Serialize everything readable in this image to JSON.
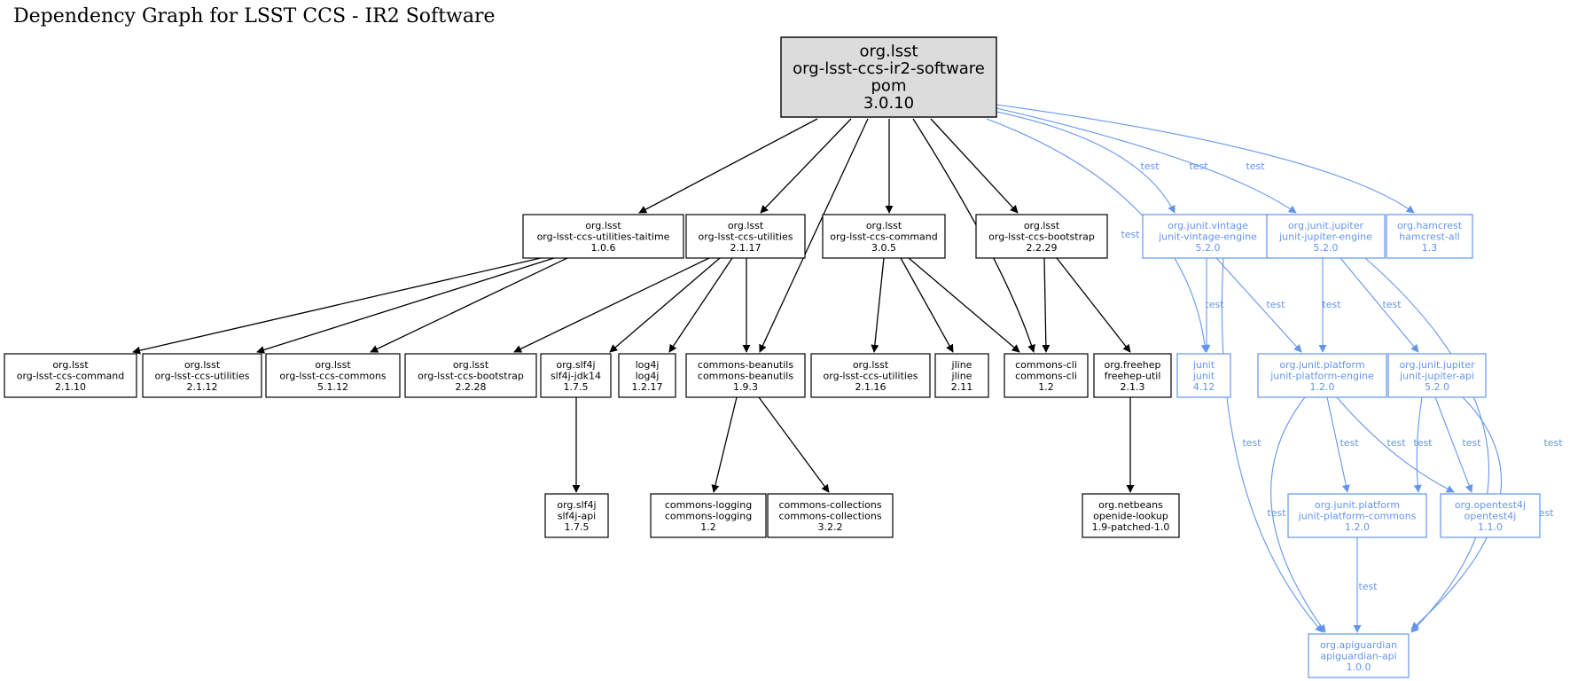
{
  "title": "Dependency Graph for LSST CCS - IR2 Software",
  "colors": {
    "compile": "#000000",
    "test": "#6495ED",
    "root_fill": "#DCDCDC"
  },
  "nodes": [
    {
      "id": "root",
      "lines": [
        "org.lsst",
        "org-lsst-ccs-ir2-software",
        "pom",
        "3.0.10"
      ],
      "scope": "root"
    },
    {
      "id": "taitime",
      "lines": [
        "org.lsst",
        "org-lsst-ccs-utilities-taitime",
        "1.0.6"
      ],
      "scope": "compile"
    },
    {
      "id": "util2117",
      "lines": [
        "org.lsst",
        "org-lsst-ccs-utilities",
        "2.1.17"
      ],
      "scope": "compile"
    },
    {
      "id": "cmd305",
      "lines": [
        "org.lsst",
        "org-lsst-ccs-command",
        "3.0.5"
      ],
      "scope": "compile"
    },
    {
      "id": "boot2229",
      "lines": [
        "org.lsst",
        "org-lsst-ccs-bootstrap",
        "2.2.29"
      ],
      "scope": "compile"
    },
    {
      "id": "vintage",
      "lines": [
        "org.junit.vintage",
        "junit-vintage-engine",
        "5.2.0"
      ],
      "scope": "test"
    },
    {
      "id": "jupeng",
      "lines": [
        "org.junit.jupiter",
        "junit-jupiter-engine",
        "5.2.0"
      ],
      "scope": "test"
    },
    {
      "id": "hamcrest",
      "lines": [
        "org.hamcrest",
        "hamcrest-all",
        "1.3"
      ],
      "scope": "test"
    },
    {
      "id": "cmd2110",
      "lines": [
        "org.lsst",
        "org-lsst-ccs-command",
        "2.1.10"
      ],
      "scope": "compile"
    },
    {
      "id": "util2112",
      "lines": [
        "org.lsst",
        "org-lsst-ccs-utilities",
        "2.1.12"
      ],
      "scope": "compile"
    },
    {
      "id": "commons5112",
      "lines": [
        "org.lsst",
        "org-lsst-ccs-commons",
        "5.1.12"
      ],
      "scope": "compile"
    },
    {
      "id": "boot2228",
      "lines": [
        "org.lsst",
        "org-lsst-ccs-bootstrap",
        "2.2.28"
      ],
      "scope": "compile"
    },
    {
      "id": "slf4jjdk",
      "lines": [
        "org.slf4j",
        "slf4j-jdk14",
        "1.7.5"
      ],
      "scope": "compile"
    },
    {
      "id": "log4j",
      "lines": [
        "log4j",
        "log4j",
        "1.2.17"
      ],
      "scope": "compile"
    },
    {
      "id": "beanutils",
      "lines": [
        "commons-beanutils",
        "commons-beanutils",
        "1.9.3"
      ],
      "scope": "compile"
    },
    {
      "id": "util2116",
      "lines": [
        "org.lsst",
        "org-lsst-ccs-utilities",
        "2.1.16"
      ],
      "scope": "compile"
    },
    {
      "id": "jline",
      "lines": [
        "jline",
        "jline",
        "2.11"
      ],
      "scope": "compile"
    },
    {
      "id": "cli",
      "lines": [
        "commons-cli",
        "commons-cli",
        "1.2"
      ],
      "scope": "compile"
    },
    {
      "id": "freehep",
      "lines": [
        "org.freehep",
        "freehep-util",
        "2.1.3"
      ],
      "scope": "compile"
    },
    {
      "id": "junit",
      "lines": [
        "junit",
        "junit",
        "4.12"
      ],
      "scope": "test"
    },
    {
      "id": "platengine",
      "lines": [
        "org.junit.platform",
        "junit-platform-engine",
        "1.2.0"
      ],
      "scope": "test"
    },
    {
      "id": "jupapi",
      "lines": [
        "org.junit.jupiter",
        "junit-jupiter-api",
        "5.2.0"
      ],
      "scope": "test"
    },
    {
      "id": "slf4japi",
      "lines": [
        "org.slf4j",
        "slf4j-api",
        "1.7.5"
      ],
      "scope": "compile"
    },
    {
      "id": "logging",
      "lines": [
        "commons-logging",
        "commons-logging",
        "1.2"
      ],
      "scope": "compile"
    },
    {
      "id": "collections",
      "lines": [
        "commons-collections",
        "commons-collections",
        "3.2.2"
      ],
      "scope": "compile"
    },
    {
      "id": "openide",
      "lines": [
        "org.netbeans",
        "openide-lookup",
        "1.9-patched-1.0"
      ],
      "scope": "compile"
    },
    {
      "id": "platcommons",
      "lines": [
        "org.junit.platform",
        "junit-platform-commons",
        "1.2.0"
      ],
      "scope": "test"
    },
    {
      "id": "opentest4j",
      "lines": [
        "org.opentest4j",
        "opentest4j",
        "1.1.0"
      ],
      "scope": "test"
    },
    {
      "id": "apiguardian",
      "lines": [
        "org.apiguardian",
        "apiguardian-api",
        "1.0.0"
      ],
      "scope": "test"
    }
  ],
  "edges": [
    {
      "from": "root",
      "to": "taitime",
      "scope": "compile"
    },
    {
      "from": "root",
      "to": "util2117",
      "scope": "compile"
    },
    {
      "from": "root",
      "to": "beanutils",
      "scope": "compile"
    },
    {
      "from": "root",
      "to": "cmd305",
      "scope": "compile"
    },
    {
      "from": "root",
      "to": "cli",
      "scope": "compile"
    },
    {
      "from": "root",
      "to": "boot2229",
      "scope": "compile"
    },
    {
      "from": "root",
      "to": "junit",
      "scope": "test",
      "label": "test"
    },
    {
      "from": "root",
      "to": "vintage",
      "scope": "test",
      "label": "test"
    },
    {
      "from": "root",
      "to": "jupeng",
      "scope": "test",
      "label": "test"
    },
    {
      "from": "root",
      "to": "hamcrest",
      "scope": "test",
      "label": "test"
    },
    {
      "from": "taitime",
      "to": "cmd2110",
      "scope": "compile"
    },
    {
      "from": "taitime",
      "to": "util2112",
      "scope": "compile"
    },
    {
      "from": "taitime",
      "to": "commons5112",
      "scope": "compile"
    },
    {
      "from": "util2117",
      "to": "boot2228",
      "scope": "compile"
    },
    {
      "from": "util2117",
      "to": "slf4jjdk",
      "scope": "compile"
    },
    {
      "from": "util2117",
      "to": "log4j",
      "scope": "compile"
    },
    {
      "from": "util2117",
      "to": "beanutils",
      "scope": "compile"
    },
    {
      "from": "cmd305",
      "to": "util2116",
      "scope": "compile"
    },
    {
      "from": "cmd305",
      "to": "jline",
      "scope": "compile"
    },
    {
      "from": "cmd305",
      "to": "cli",
      "scope": "compile"
    },
    {
      "from": "boot2229",
      "to": "cli",
      "scope": "compile"
    },
    {
      "from": "boot2229",
      "to": "freehep",
      "scope": "compile"
    },
    {
      "from": "vintage",
      "to": "junit",
      "scope": "test",
      "label": "test"
    },
    {
      "from": "vintage",
      "to": "platengine",
      "scope": "test",
      "label": "test"
    },
    {
      "from": "vintage",
      "to": "apiguardian",
      "scope": "test",
      "label": "test"
    },
    {
      "from": "jupeng",
      "to": "platengine",
      "scope": "test",
      "label": "test"
    },
    {
      "from": "jupeng",
      "to": "jupapi",
      "scope": "test",
      "label": "test"
    },
    {
      "from": "jupeng",
      "to": "apiguardian",
      "scope": "test",
      "label": "test"
    },
    {
      "from": "slf4jjdk",
      "to": "slf4japi",
      "scope": "compile"
    },
    {
      "from": "beanutils",
      "to": "logging",
      "scope": "compile"
    },
    {
      "from": "beanutils",
      "to": "collections",
      "scope": "compile"
    },
    {
      "from": "freehep",
      "to": "openide",
      "scope": "compile"
    },
    {
      "from": "platengine",
      "to": "platcommons",
      "scope": "test",
      "label": "test"
    },
    {
      "from": "platengine",
      "to": "opentest4j",
      "scope": "test",
      "label": "test"
    },
    {
      "from": "platengine",
      "to": "apiguardian",
      "scope": "test",
      "label": "test"
    },
    {
      "from": "jupapi",
      "to": "platcommons",
      "scope": "test",
      "label": "test"
    },
    {
      "from": "jupapi",
      "to": "opentest4j",
      "scope": "test",
      "label": "test"
    },
    {
      "from": "jupapi",
      "to": "apiguardian",
      "scope": "test",
      "label": "test"
    },
    {
      "from": "platcommons",
      "to": "apiguardian",
      "scope": "test",
      "label": "test"
    }
  ]
}
